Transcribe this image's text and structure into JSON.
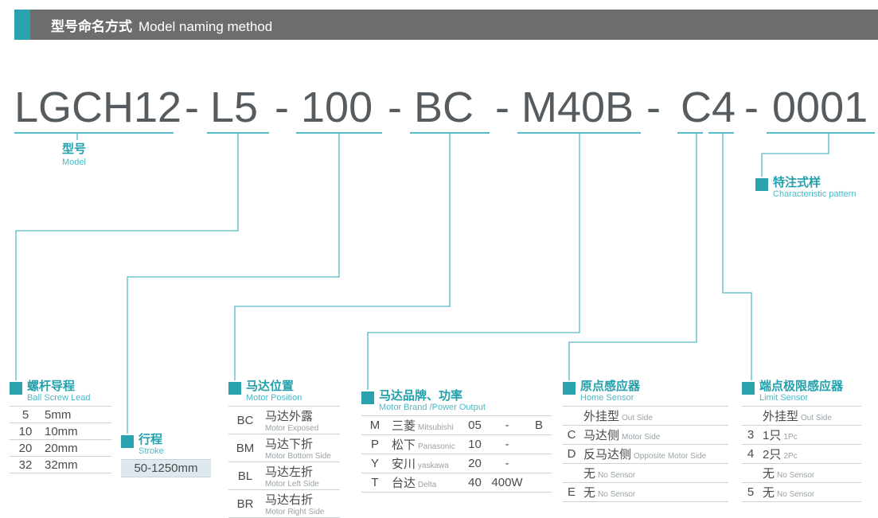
{
  "colors": {
    "accent": "#2ba3ae",
    "accent_light": "#55b9c6",
    "header_bg": "#6d6d6d",
    "cell_shade": "#dde9ef",
    "text": "#4a4a4a",
    "sub_text": "#9aa2a6"
  },
  "header": {
    "title_cn": "型号命名方式",
    "title_en": "Model naming method"
  },
  "model_code": {
    "segments": [
      "LGCH12",
      "L5",
      "100",
      "BC",
      "M40B",
      "C4",
      "0001"
    ],
    "separator": "-"
  },
  "callouts": {
    "model": {
      "cn": "型号",
      "en": "Model"
    },
    "characteristic": {
      "cn": "特注式样",
      "en": "Characteristic pattern"
    },
    "ball_screw_lead": {
      "cn": "螺杆导程",
      "en": "Ball Screw Lead"
    },
    "stroke": {
      "cn": "行程",
      "en": "Stroke"
    },
    "motor_position": {
      "cn": "马达位置",
      "en": "Motor Position"
    },
    "motor_brand": {
      "cn": "马达品牌、功率",
      "en": "Motor Brand /Power Output"
    },
    "home_sensor": {
      "cn": "原点感应器",
      "en": "Home Sensor"
    },
    "limit_sensor": {
      "cn": "端点极限感应器",
      "en": "Limit Sensor"
    }
  },
  "tables": {
    "ball_screw_lead": {
      "rows": [
        {
          "code": "5",
          "value": "5mm"
        },
        {
          "code": "10",
          "value": "10mm"
        },
        {
          "code": "20",
          "value": "20mm"
        },
        {
          "code": "32",
          "value": "32mm"
        }
      ]
    },
    "stroke": {
      "value": "50-1250mm"
    },
    "motor_position": {
      "rows": [
        {
          "code": "BC",
          "cn": "马达外露",
          "en": "Motor Exposed"
        },
        {
          "code": "BM",
          "cn": "马达下折",
          "en": "Motor Bottom  Side"
        },
        {
          "code": "BL",
          "cn": "马达左折",
          "en": "Motor Left Side"
        },
        {
          "code": "BR",
          "cn": "马达右折",
          "en": "Motor Right Side"
        }
      ]
    },
    "motor_brand": {
      "rows": [
        {
          "code": "M",
          "cn": "三菱",
          "en": "Mitsubishi",
          "pcode": "05",
          "pval": "-",
          "suffix": "B"
        },
        {
          "code": "P",
          "cn": "松下",
          "en": "Panasonic",
          "pcode": "10",
          "pval": "-",
          "suffix": ""
        },
        {
          "code": "Y",
          "cn": "安川",
          "en": "yaskawa",
          "pcode": "20",
          "pval": "-",
          "suffix": ""
        },
        {
          "code": "T",
          "cn": "台达",
          "en": "Delta",
          "pcode": "40",
          "pval": "400W",
          "suffix": ""
        }
      ]
    },
    "home_sensor": {
      "rows": [
        {
          "code": "",
          "cn": "外挂型",
          "en": "Out Side",
          "shaded": true
        },
        {
          "code": "C",
          "cn": "马达侧",
          "en": "Motor Side",
          "shaded": false
        },
        {
          "code": "D",
          "cn": "反马达侧",
          "en": "Opposite Motor Side",
          "shaded": false
        },
        {
          "code": "",
          "cn": "无",
          "en": "No Sensor",
          "shaded": true
        },
        {
          "code": "E",
          "cn": "无",
          "en": "No Sensor",
          "shaded": false
        }
      ]
    },
    "limit_sensor": {
      "rows": [
        {
          "code": "",
          "cn": "外挂型",
          "en": "Out Side",
          "shaded": true
        },
        {
          "code": "3",
          "cn": "1只",
          "en": "1Pc",
          "shaded": false
        },
        {
          "code": "4",
          "cn": "2只",
          "en": "2Pc",
          "shaded": false
        },
        {
          "code": "",
          "cn": "无",
          "en": "No Sensor",
          "shaded": true
        },
        {
          "code": "5",
          "cn": "无",
          "en": "No Sensor",
          "shaded": false
        }
      ]
    }
  }
}
